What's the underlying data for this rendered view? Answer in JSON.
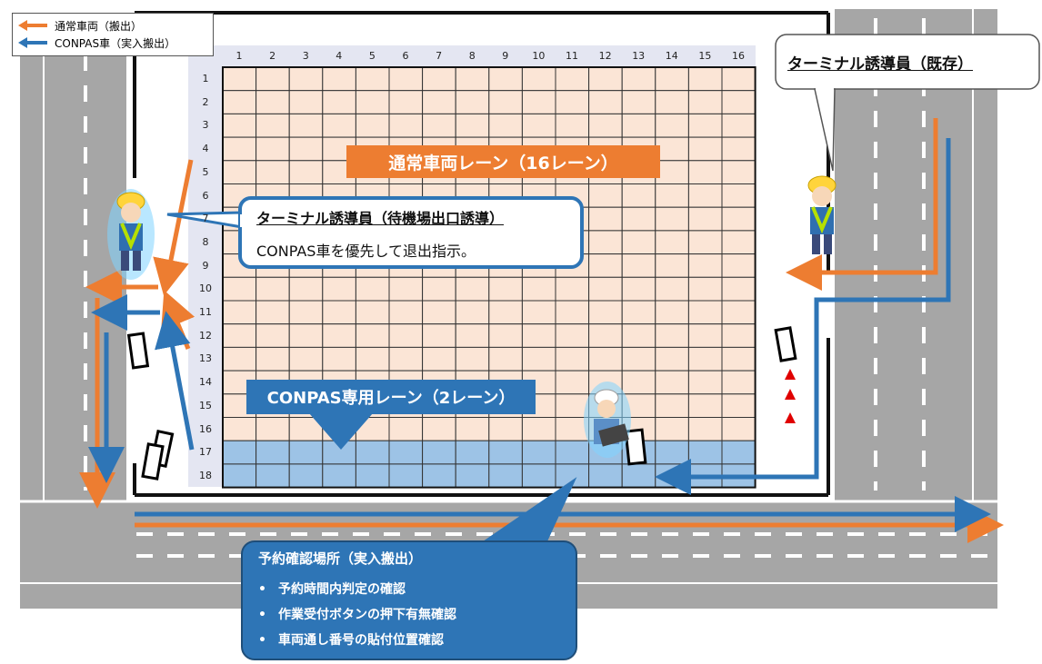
{
  "legend": {
    "normal": {
      "label": "通常車両（搬出）",
      "color": "#ED7D31"
    },
    "conpas": {
      "label": "CONPAS車（実入搬出）",
      "color": "#2E75B6"
    }
  },
  "grid": {
    "columns": [
      "1",
      "2",
      "3",
      "4",
      "5",
      "6",
      "7",
      "8",
      "9",
      "10",
      "11",
      "12",
      "13",
      "14",
      "15",
      "16"
    ],
    "rows": [
      "1",
      "2",
      "3",
      "4",
      "5",
      "6",
      "7",
      "8",
      "9",
      "10",
      "11",
      "12",
      "13",
      "14",
      "15",
      "16",
      "17",
      "18"
    ],
    "normal_cell_color": "#FBE5D6",
    "conpas_cell_color": "#9DC3E6"
  },
  "labels": {
    "normal_lanes": "通常車両レーン（16レーン）",
    "conpas_lanes": "CONPAS専用レーン（2レーン）"
  },
  "callouts": {
    "exit_guide": {
      "title": "ターミナル誘導員（待機場出口誘導）",
      "body": "CONPAS車を優先して退出指示。"
    },
    "existing_guide": {
      "title": "ターミナル誘導員（既存）"
    },
    "reservation_check": {
      "title": "予約確認場所（実入搬出）",
      "items": [
        "予約時間内判定の確認",
        "作業受付ボタンの押下有無確認",
        "車両通し番号の貼付位置確認"
      ]
    }
  },
  "icons": [
    "guide-person-icon",
    "checker-person-icon",
    "truck-icon",
    "warning-triangle-icon"
  ]
}
